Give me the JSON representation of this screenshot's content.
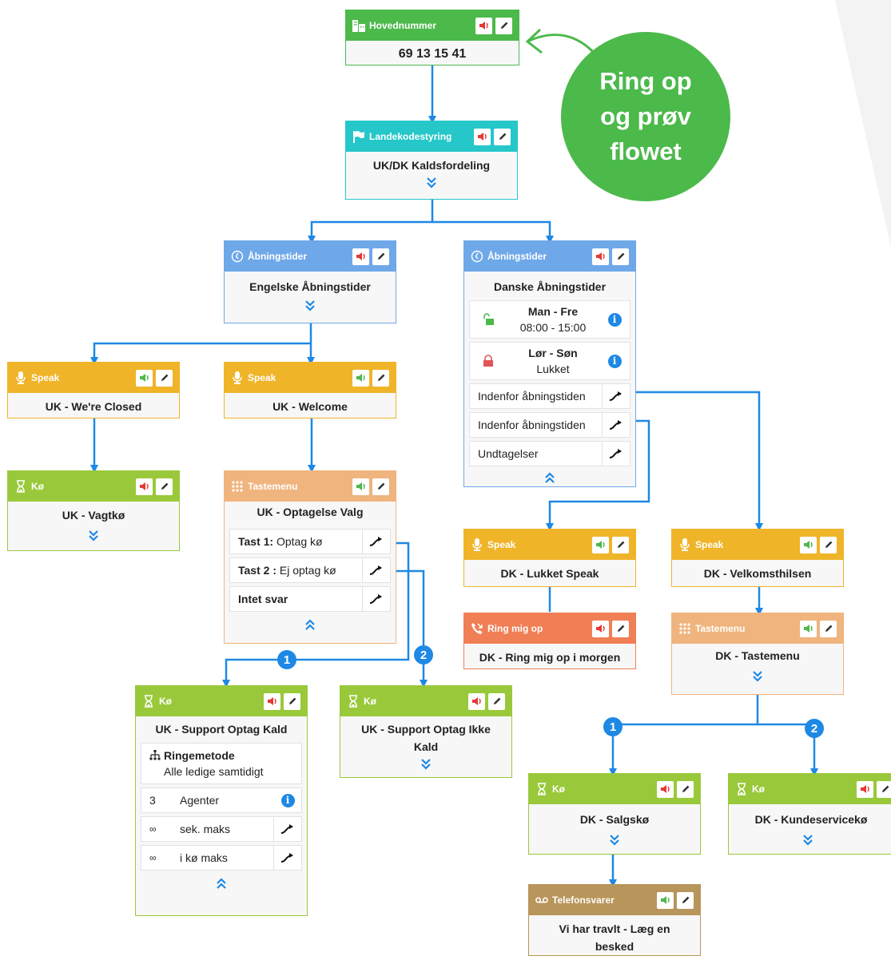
{
  "colors": {
    "green_header": "#4cb94b",
    "teal_header": "#25c7c9",
    "blue_header": "#6ea8e8",
    "speak_header": "#f0b429",
    "queue_header": "#99c93a",
    "tastemenu_header": "#f0b47e",
    "ringmigop_header": "#f07f55",
    "telefonsvarer_header": "#b8955a",
    "wire": "#1e88e5"
  },
  "callout": {
    "line1": "Ring op",
    "line2": "og prøv",
    "line3": "flowet"
  },
  "nodes": {
    "hovednummer": {
      "type": "Hovednummer",
      "icon": "building-icon",
      "title": "69 13 15 41"
    },
    "landekode": {
      "type": "Landekodestyring",
      "icon": "flag-icon",
      "title": "UK/DK Kaldsfordeling"
    },
    "abning_uk": {
      "type": "Åbningstider",
      "icon": "clock-icon",
      "title": "Engelske Åbningstider"
    },
    "abning_dk": {
      "type": "Åbningstider",
      "icon": "clock-icon",
      "title": "Danske Åbningstider",
      "slot1": {
        "days": "Man - Fre",
        "time": "08:00 - 15:00"
      },
      "slot2": {
        "days": "Lør - Søn",
        "time": "Lukket"
      },
      "row1": "Indenfor åbningstiden",
      "row2": "Indenfor åbningstiden",
      "row3": "Undtagelser"
    },
    "uk_closed": {
      "type": "Speak",
      "icon": "microphone-icon",
      "title": "UK - We're Closed"
    },
    "uk_welcome": {
      "type": "Speak",
      "icon": "microphone-icon",
      "title": "UK - Welcome"
    },
    "uk_vagtko": {
      "type": "Kø",
      "icon": "hourglass-icon",
      "title": "UK - Vagtkø"
    },
    "uk_tastemenu": {
      "type": "Tastemenu",
      "icon": "keypad-icon",
      "title": "UK - Optagelse Valg",
      "row1_bold": "Tast 1:",
      "row1_text": " Optag kø",
      "row2_bold": "Tast 2 :",
      "row2_text": " Ej optag kø",
      "row3_bold": "Intet svar"
    },
    "uk_support": {
      "type": "Kø",
      "icon": "hourglass-icon",
      "title": "UK - Support Optag Kald",
      "method_label": "Ringemetode",
      "method_value": "Alle ledige samtidigt",
      "agents_count": "3",
      "agents_label": "Agenter",
      "sek_symbol": "∞",
      "sek_label": "sek. maks",
      "ko_symbol": "∞",
      "ko_label": "i kø maks"
    },
    "uk_support_ikke": {
      "type": "Kø",
      "icon": "hourglass-icon",
      "title": "UK - Support Optag Ikke Kald"
    },
    "dk_lukket": {
      "type": "Speak",
      "icon": "microphone-icon",
      "title": "DK - Lukket Speak"
    },
    "dk_ringmigop": {
      "type": "Ring mig op",
      "icon": "phone-callback-icon",
      "title": "DK - Ring mig op i morgen"
    },
    "dk_velkomst": {
      "type": "Speak",
      "icon": "microphone-icon",
      "title": "DK - Velkomsthilsen"
    },
    "dk_tastemenu": {
      "type": "Tastemenu",
      "icon": "keypad-icon",
      "title": "DK - Tastemenu"
    },
    "dk_salgsko": {
      "type": "Kø",
      "icon": "hourglass-icon",
      "title": "DK - Salgskø"
    },
    "dk_kundeservice": {
      "type": "Kø",
      "icon": "hourglass-icon",
      "title": "DK - Kundeservicekø"
    },
    "dk_telefonsvarer": {
      "type": "Telefonsvarer",
      "icon": "voicemail-icon",
      "title": "Vi har travlt - Læg en besked"
    }
  },
  "badges": {
    "b1": "1",
    "b2": "2",
    "b3": "1",
    "b4": "2"
  }
}
